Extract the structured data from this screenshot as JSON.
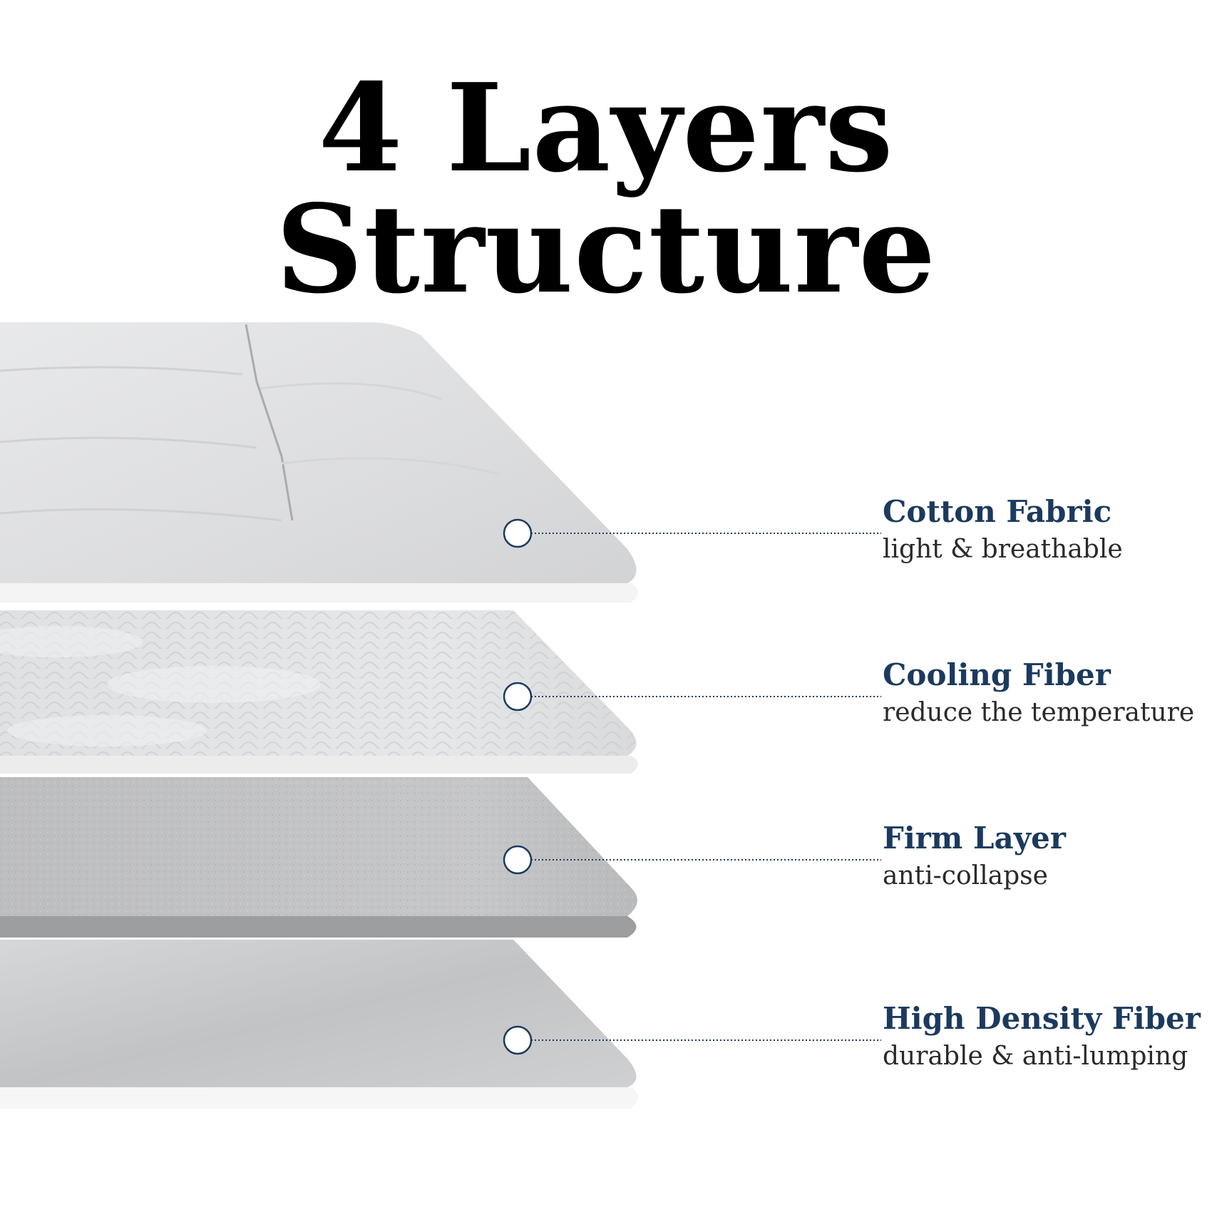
{
  "title": "4 Layers Structure",
  "colors": {
    "title": "#000000",
    "layer_name": "#1c3a5e",
    "layer_desc": "#2a2a2a",
    "leader_line": "#1c3a5e"
  },
  "layers": [
    {
      "name": "Cotton Fabric",
      "description": "light & breathable"
    },
    {
      "name": "Cooling Fiber",
      "description": "reduce the temperature"
    },
    {
      "name": "Firm Layer",
      "description": "anti-collapse"
    },
    {
      "name": "High Density Fiber",
      "description": "durable & anti-lumping"
    }
  ]
}
